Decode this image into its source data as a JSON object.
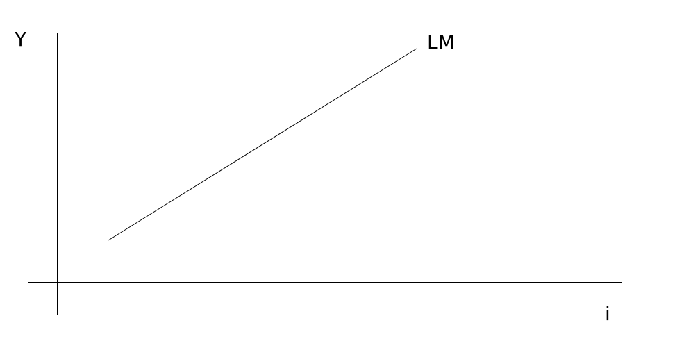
{
  "diagram": {
    "type": "line",
    "y_axis_label": "Y",
    "x_axis_label": "i",
    "curve_label": "LM",
    "line_color": "#000000",
    "background": "#ffffff"
  }
}
